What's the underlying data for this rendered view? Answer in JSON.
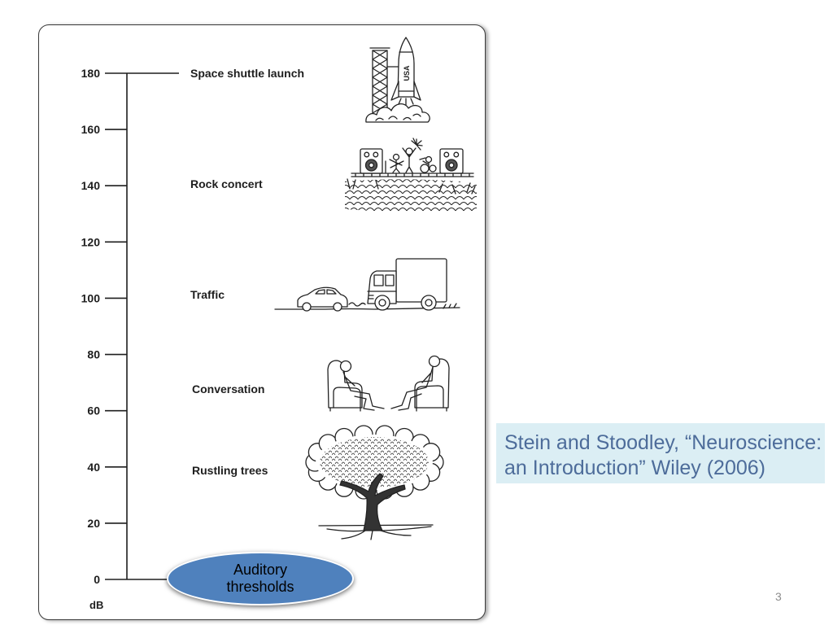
{
  "slide": {
    "page_number": "3"
  },
  "figure": {
    "scale": {
      "unit": "dB",
      "ticks": [
        180,
        160,
        140,
        120,
        100,
        80,
        60,
        40,
        20,
        0
      ]
    },
    "events": {
      "space_shuttle": "Space shuttle launch",
      "rock_concert": "Rock concert",
      "traffic": "Traffic",
      "conversation": "Conversation",
      "rustling_trees": "Rustling trees"
    },
    "illustration_text": {
      "rocket_lettering": "USA"
    },
    "threshold_label": {
      "lines": [
        "Auditory",
        "thresholds"
      ],
      "fill_color": "#4f81bd"
    }
  },
  "citation": {
    "lines": [
      "Stein and Stoodley, “Neuroscience:",
      "an Introduction” Wiley (2006)"
    ],
    "background_color": "#dbeef4",
    "text_color": "#4d6c9a"
  }
}
